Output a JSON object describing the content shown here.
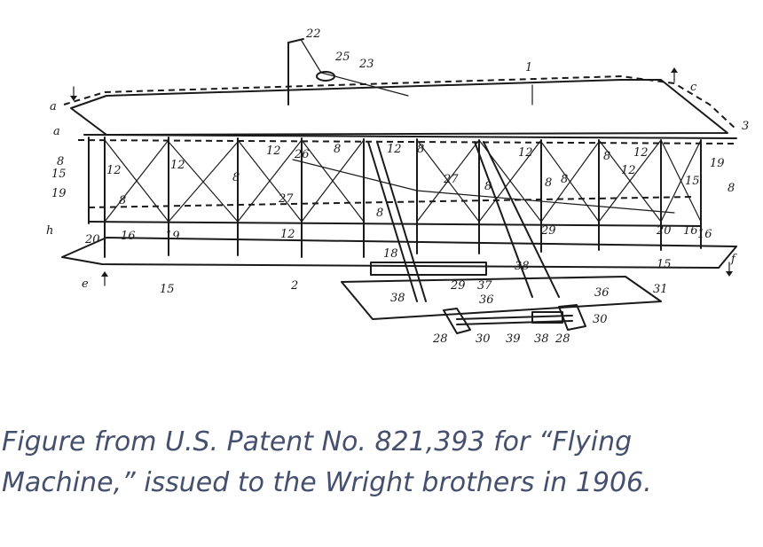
{
  "caption": {
    "line1": "Figure from U.S. Patent No. 821,393 for “Flying",
    "line2": "Machine,” issued to the Wright brothers in 1906."
  },
  "figure": {
    "labels": [
      "22",
      "25",
      "23",
      "1",
      "c",
      "a",
      "a",
      "3",
      "8",
      "15",
      "19",
      "12",
      "26",
      "8",
      "12",
      "8",
      "12",
      "27",
      "12",
      "8",
      "12",
      "15",
      "19",
      "8",
      "8",
      "8",
      "8",
      "29",
      "20",
      "16",
      "12",
      "27",
      "8",
      "19",
      "h",
      "20",
      "16",
      "16",
      "18",
      "15",
      "f",
      "e",
      "2",
      "15",
      "38",
      "38",
      "29",
      "37",
      "31",
      "36",
      "36",
      "28",
      "30",
      "39",
      "38",
      "28",
      "30",
      "8",
      "8",
      "12",
      "12"
    ]
  }
}
